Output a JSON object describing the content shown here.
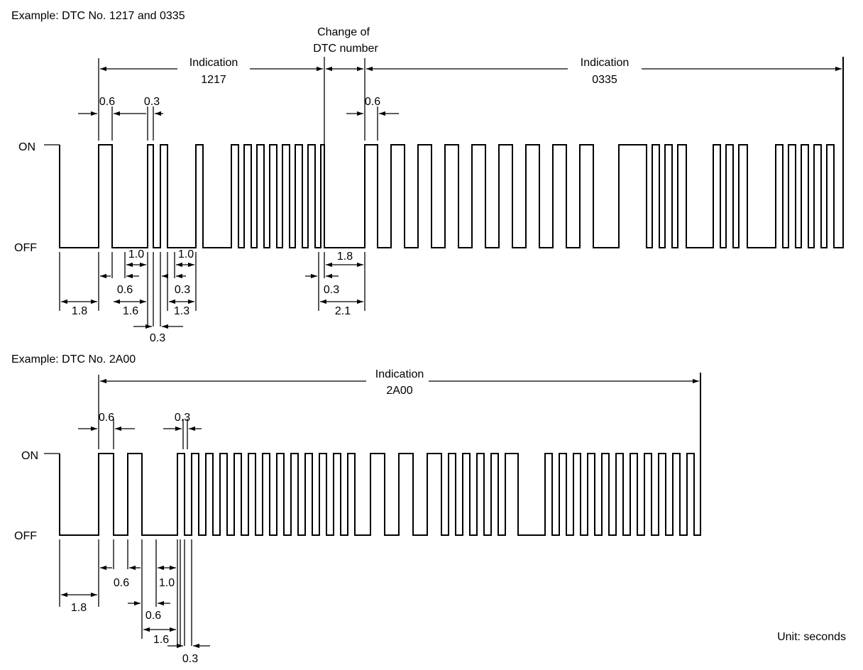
{
  "top": {
    "example_title": "Example: DTC No. 1217 and 0335",
    "label_on": "ON",
    "label_off": "OFF",
    "indication_1217": {
      "line1": "Indication",
      "line2": "1217"
    },
    "indication_0335": {
      "line1": "Indication",
      "line2": "0335"
    },
    "change_label": {
      "line1": "Change of",
      "line2": "DTC number"
    },
    "dims": {
      "on_06": "0.6",
      "on_03": "0.3",
      "on_06_second": "0.6",
      "short_10_a": "1.0",
      "short_10_b": "1.0",
      "short_06": "0.6",
      "short_03": "0.3",
      "short_18_change": "1.8",
      "short_03_change": "0.3",
      "long_18": "1.8",
      "long_16": "1.6",
      "long_13": "1.3",
      "long_03": "0.3",
      "long_21": "2.1"
    }
  },
  "bottom": {
    "example_title": "Example: DTC No. 2A00",
    "label_on": "ON",
    "label_off": "OFF",
    "indication_2a00": {
      "line1": "Indication",
      "line2": "2A00"
    },
    "dims": {
      "on_06": "0.6",
      "on_03": "0.3",
      "short_06_a": "0.6",
      "short_10": "1.0",
      "short_06_b": "0.6",
      "long_18": "1.8",
      "long_16": "1.6",
      "long_03": "0.3"
    }
  },
  "unit_label": "Unit: seconds"
}
